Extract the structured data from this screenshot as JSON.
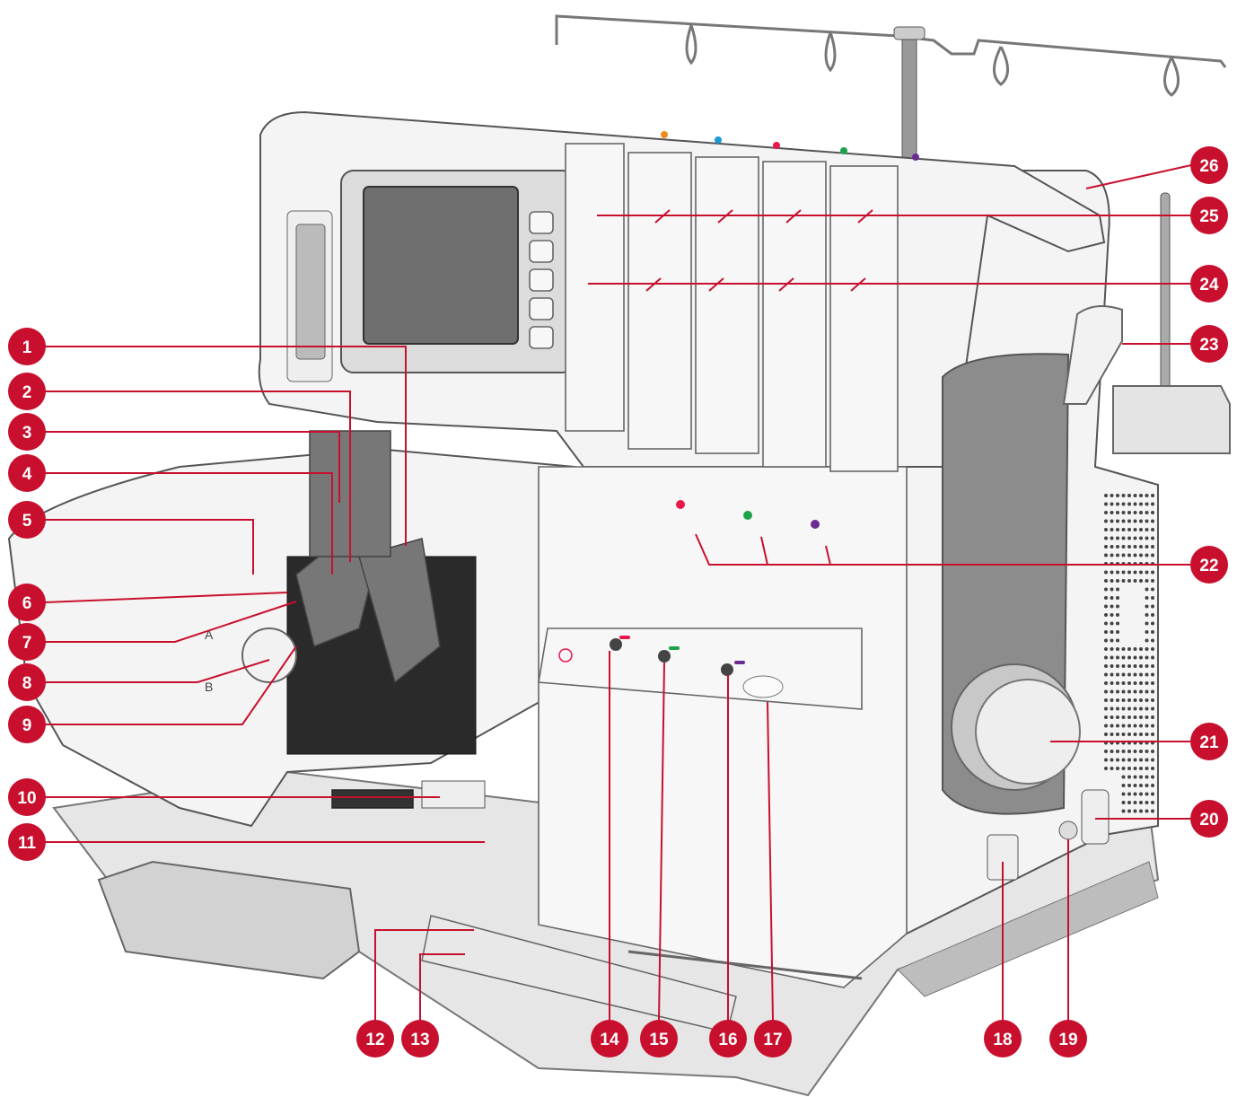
{
  "callouts": [
    {
      "num": "1",
      "side": "left"
    },
    {
      "num": "2",
      "side": "left"
    },
    {
      "num": "3",
      "side": "left"
    },
    {
      "num": "4",
      "side": "left"
    },
    {
      "num": "5",
      "side": "left"
    },
    {
      "num": "6",
      "side": "left"
    },
    {
      "num": "7",
      "side": "left"
    },
    {
      "num": "8",
      "side": "left"
    },
    {
      "num": "9",
      "side": "left"
    },
    {
      "num": "10",
      "side": "left"
    },
    {
      "num": "11",
      "side": "left"
    },
    {
      "num": "12",
      "side": "bottom"
    },
    {
      "num": "13",
      "side": "bottom"
    },
    {
      "num": "14",
      "side": "bottom"
    },
    {
      "num": "15",
      "side": "bottom"
    },
    {
      "num": "16",
      "side": "bottom"
    },
    {
      "num": "17",
      "side": "bottom"
    },
    {
      "num": "18",
      "side": "bottom"
    },
    {
      "num": "19",
      "side": "bottom"
    },
    {
      "num": "20",
      "side": "right"
    },
    {
      "num": "21",
      "side": "right"
    },
    {
      "num": "22",
      "side": "right"
    },
    {
      "num": "23",
      "side": "right"
    },
    {
      "num": "24",
      "side": "right"
    },
    {
      "num": "25",
      "side": "right"
    },
    {
      "num": "26",
      "side": "right"
    }
  ],
  "machine_marks": {
    "stitch_a": "A",
    "stitch_b": "B"
  },
  "colors": {
    "callout": "#c8102e",
    "thread_red": "#e8184a",
    "thread_green": "#1aa34a",
    "thread_purple": "#6a2c91",
    "thread_orange": "#f08a1c",
    "thread_blue": "#1c9ad6"
  }
}
